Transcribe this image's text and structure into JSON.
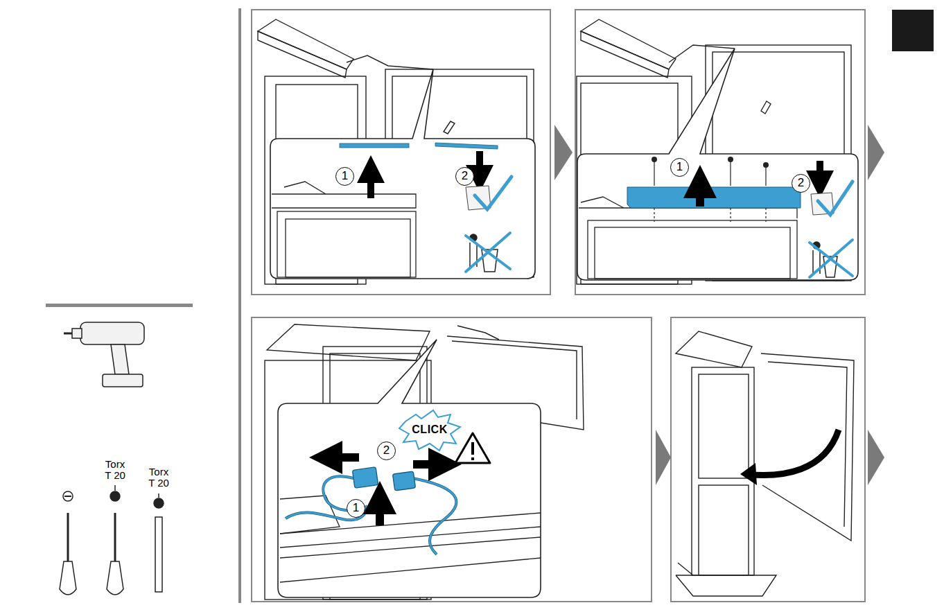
{
  "diagram": {
    "labels": [
      "1",
      "2",
      "1",
      "2",
      "2",
      "CLICK",
      "1",
      "Torx T 20",
      "Torx T 20"
    ]
  }
}
